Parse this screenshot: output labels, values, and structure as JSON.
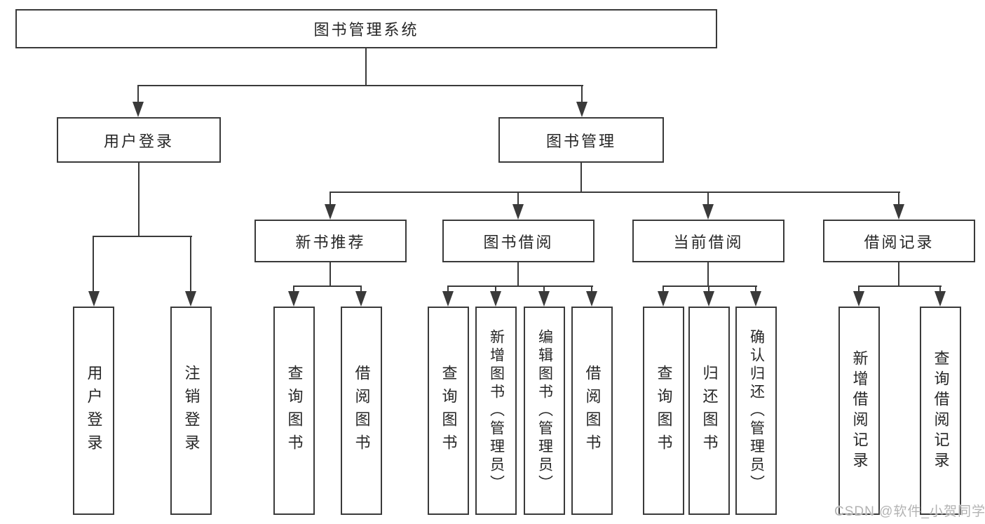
{
  "diagram_type": "hierarchy-tree",
  "tree": {
    "root": {
      "label": "图书管理系统"
    },
    "branches": [
      {
        "label": "用户登录",
        "children": [
          {
            "label": "用户登录"
          },
          {
            "label": "注销登录"
          }
        ]
      },
      {
        "label": "图书管理",
        "children": [
          {
            "label": "新书推荐",
            "children": [
              {
                "label": "查询图书"
              },
              {
                "label": "借阅图书"
              }
            ]
          },
          {
            "label": "图书借阅",
            "children": [
              {
                "label": "查询图书"
              },
              {
                "label": "新增图书（管理员）"
              },
              {
                "label": "编辑图书（管理员）"
              },
              {
                "label": "借阅图书"
              }
            ]
          },
          {
            "label": "当前借阅",
            "children": [
              {
                "label": "查询图书"
              },
              {
                "label": "归还图书"
              },
              {
                "label": "确认归还（管理员）"
              }
            ]
          },
          {
            "label": "借阅记录",
            "children": [
              {
                "label": "新增借阅记录"
              },
              {
                "label": "查询借阅记录"
              }
            ]
          }
        ]
      }
    ]
  },
  "watermark": {
    "text": "CSDN @软件_小贺同学"
  },
  "colors": {
    "line": "#3a3a3a",
    "text": "#262626",
    "background": "#ffffff",
    "watermark": "#b3b3b3"
  }
}
